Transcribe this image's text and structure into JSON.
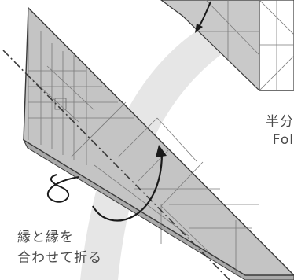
{
  "captions": {
    "right_jp": "半分",
    "right_en": "Fol",
    "left_line1": "縁と縁を",
    "left_line2": "合わせて折る"
  },
  "colors": {
    "paper_gray": "#c6c6c6",
    "paper_edge": "#9a9a9a",
    "crease_line": "#6b6b6b",
    "dark_outline": "#3a3a3a",
    "arc_band": "#e4e4e4",
    "text": "#4a4a4a"
  },
  "icons": [
    "fold-arrow-icon",
    "flip-arrow-icon",
    "valley-fold-line"
  ]
}
